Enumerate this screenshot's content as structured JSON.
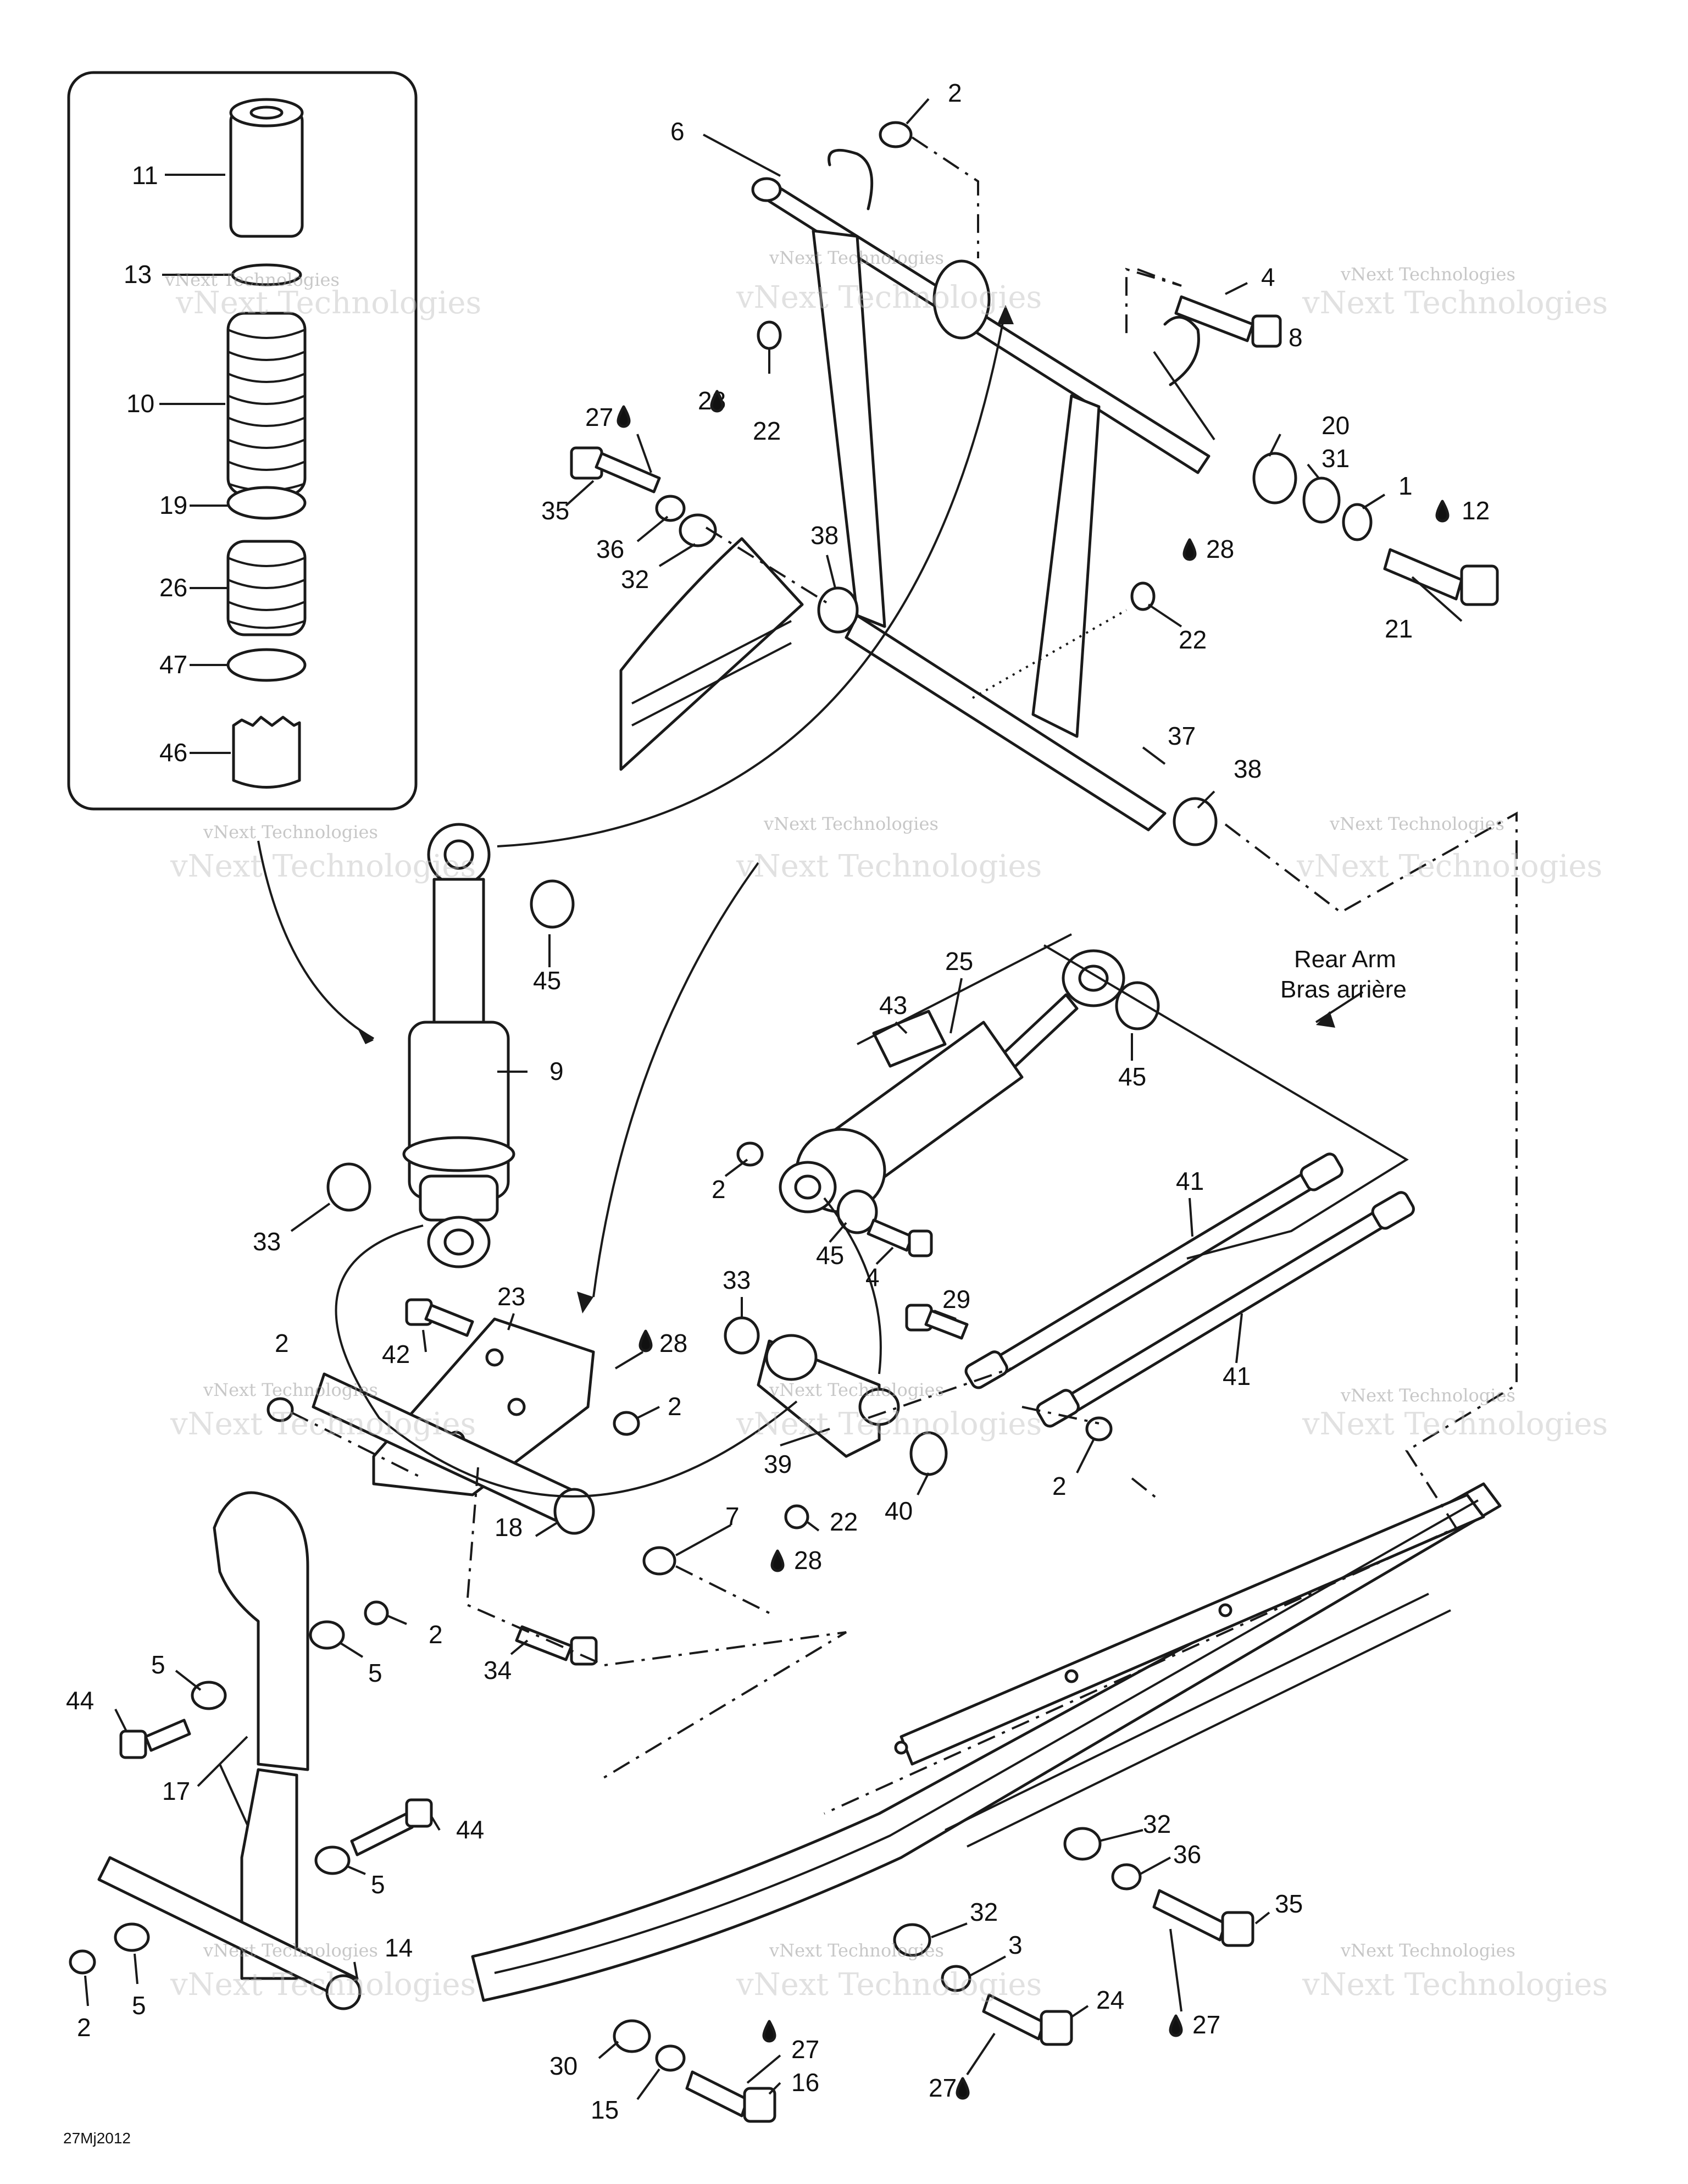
{
  "diagram": {
    "watermark": "vNext Technologies",
    "drawing_code": "27Mj2012",
    "rear_arm_label_en": "Rear Arm",
    "rear_arm_label_fr": "Bras arrière",
    "oil_symbol": "drop-icon",
    "callouts": [
      {
        "id": "c2a",
        "text": "2"
      },
      {
        "id": "c6",
        "text": "6"
      },
      {
        "id": "c4a",
        "text": "4"
      },
      {
        "id": "c8",
        "text": "8"
      },
      {
        "id": "c20",
        "text": "20"
      },
      {
        "id": "c31",
        "text": "31"
      },
      {
        "id": "c1",
        "text": "1"
      },
      {
        "id": "c12",
        "text": "12"
      },
      {
        "id": "c21",
        "text": "21"
      },
      {
        "id": "c28a",
        "text": "28"
      },
      {
        "id": "c22a",
        "text": "22"
      },
      {
        "id": "c27a",
        "text": "27"
      },
      {
        "id": "c35a",
        "text": "35"
      },
      {
        "id": "c36a",
        "text": "36"
      },
      {
        "id": "c32a",
        "text": "32"
      },
      {
        "id": "c38a",
        "text": "38"
      },
      {
        "id": "c28b",
        "text": "28"
      },
      {
        "id": "c22b",
        "text": "22"
      },
      {
        "id": "c37",
        "text": "37"
      },
      {
        "id": "c38b",
        "text": "38"
      },
      {
        "id": "c11",
        "text": "11"
      },
      {
        "id": "c13",
        "text": "13"
      },
      {
        "id": "c10",
        "text": "10"
      },
      {
        "id": "c19",
        "text": "19"
      },
      {
        "id": "c26",
        "text": "26"
      },
      {
        "id": "c47",
        "text": "47"
      },
      {
        "id": "c46",
        "text": "46"
      },
      {
        "id": "c45a",
        "text": "45"
      },
      {
        "id": "c9",
        "text": "9"
      },
      {
        "id": "c25",
        "text": "25"
      },
      {
        "id": "c43",
        "text": "43"
      },
      {
        "id": "c45b",
        "text": "45"
      },
      {
        "id": "c33a",
        "text": "33"
      },
      {
        "id": "c2b",
        "text": "2"
      },
      {
        "id": "c45c",
        "text": "45"
      },
      {
        "id": "c4b",
        "text": "4"
      },
      {
        "id": "c41a",
        "text": "41"
      },
      {
        "id": "c41b",
        "text": "41"
      },
      {
        "id": "c23",
        "text": "23"
      },
      {
        "id": "c42",
        "text": "42"
      },
      {
        "id": "c28c",
        "text": "28"
      },
      {
        "id": "c2c",
        "text": "2"
      },
      {
        "id": "c33b",
        "text": "33"
      },
      {
        "id": "c29",
        "text": "29"
      },
      {
        "id": "c2d",
        "text": "2"
      },
      {
        "id": "c39",
        "text": "39"
      },
      {
        "id": "c40",
        "text": "40"
      },
      {
        "id": "c2e",
        "text": "2"
      },
      {
        "id": "c18",
        "text": "18"
      },
      {
        "id": "c7",
        "text": "7"
      },
      {
        "id": "c22c",
        "text": "22"
      },
      {
        "id": "c28d",
        "text": "28"
      },
      {
        "id": "c5a",
        "text": "5"
      },
      {
        "id": "c2f",
        "text": "2"
      },
      {
        "id": "c5b",
        "text": "5"
      },
      {
        "id": "c44a",
        "text": "44"
      },
      {
        "id": "c34",
        "text": "34"
      },
      {
        "id": "c17",
        "text": "17"
      },
      {
        "id": "c44b",
        "text": "44"
      },
      {
        "id": "c5c",
        "text": "5"
      },
      {
        "id": "c14",
        "text": "14"
      },
      {
        "id": "c2g",
        "text": "2"
      },
      {
        "id": "c5d",
        "text": "5"
      },
      {
        "id": "c32b",
        "text": "32"
      },
      {
        "id": "c36b",
        "text": "36"
      },
      {
        "id": "c35b",
        "text": "35"
      },
      {
        "id": "c32c",
        "text": "32"
      },
      {
        "id": "c3",
        "text": "3"
      },
      {
        "id": "c24",
        "text": "24"
      },
      {
        "id": "c27b",
        "text": "27"
      },
      {
        "id": "c27c",
        "text": "27"
      },
      {
        "id": "c30",
        "text": "30"
      },
      {
        "id": "c15",
        "text": "15"
      },
      {
        "id": "c16",
        "text": "16"
      },
      {
        "id": "c27d",
        "text": "27"
      }
    ]
  }
}
